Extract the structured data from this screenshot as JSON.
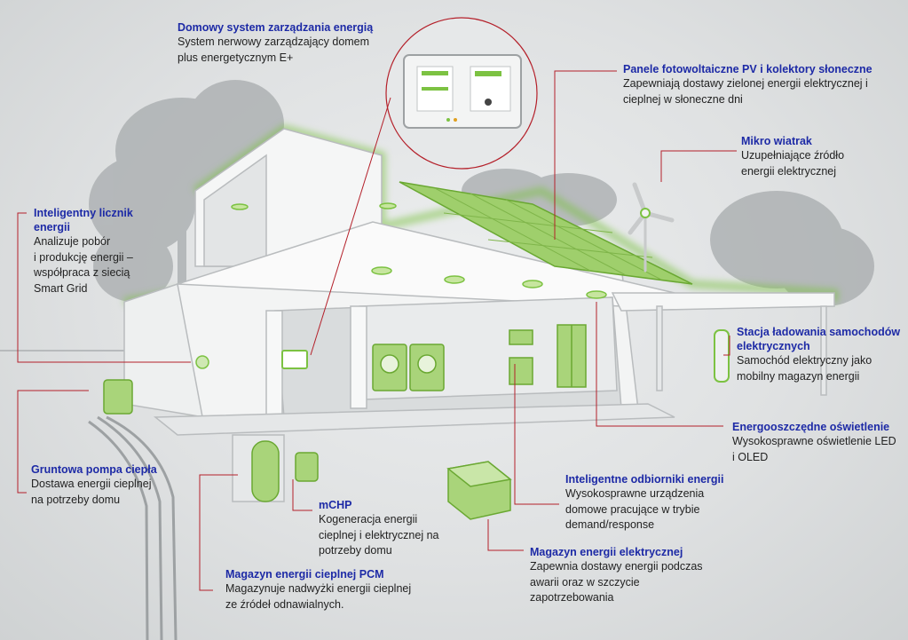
{
  "callouts": {
    "home_ems": {
      "title": "Domowy system zarządzania energią",
      "lines": [
        "System nerwowy zarządzający domem",
        "plus energetycznym E+"
      ]
    },
    "pv": {
      "title": "Panele fotowoltaiczne PV i kolektory słoneczne",
      "lines": [
        "Zapewniają dostawy zielonej energii elektrycznej i",
        "cieplnej w słoneczne  dni"
      ]
    },
    "wind": {
      "title": "Mikro wiatrak",
      "lines": [
        "Uzupełniające źródło",
        "energii elektrycznej"
      ]
    },
    "meter": {
      "title_lines": [
        "Inteligentny licznik",
        "energii"
      ],
      "lines": [
        "Analizuje pobór",
        "i produkcję energii –",
        "współpraca z siecią",
        "Smart Grid"
      ]
    },
    "ev": {
      "title_lines": [
        "Stacja ładowania samochodów",
        "elektrycznych"
      ],
      "lines": [
        "Samochód elektryczny jako",
        "mobilny magazyn energii"
      ]
    },
    "led": {
      "title": "Energooszczędne oświetlenie",
      "lines": [
        "Wysokosprawne oświetlenie LED",
        "i OLED"
      ]
    },
    "heatpump": {
      "title": "Gruntowa pompa ciepła",
      "lines": [
        "Dostawa energii cieplnej",
        "na potrzeby domu"
      ]
    },
    "appliances": {
      "title": "Inteligentne odbiorniki energii",
      "lines": [
        "Wysokosprawne urządzenia",
        "domowe pracujące w trybie",
        "demand/response"
      ]
    },
    "mchp": {
      "title": "mCHP",
      "lines": [
        "Kogeneracja energii",
        "cieplnej i elektrycznej na",
        "potrzeby domu"
      ]
    },
    "battery": {
      "title": "Magazyn energii elektrycznej",
      "lines": [
        "Zapewnia dostawy energii podczas",
        "awarii oraz w szczycie",
        "zapotrzebowania"
      ]
    },
    "pcm": {
      "title": "Magazyn energii cieplnej PCM",
      "lines": [
        "Magazynuje nadwyżki energii cieplnej",
        "ze źródeł odnawialnych."
      ]
    }
  },
  "colors": {
    "title_blue": "#1d2aa6",
    "leader_red": "#b4202a",
    "green_accent": "#7cc242",
    "house_gray": "#f3f4f4"
  }
}
